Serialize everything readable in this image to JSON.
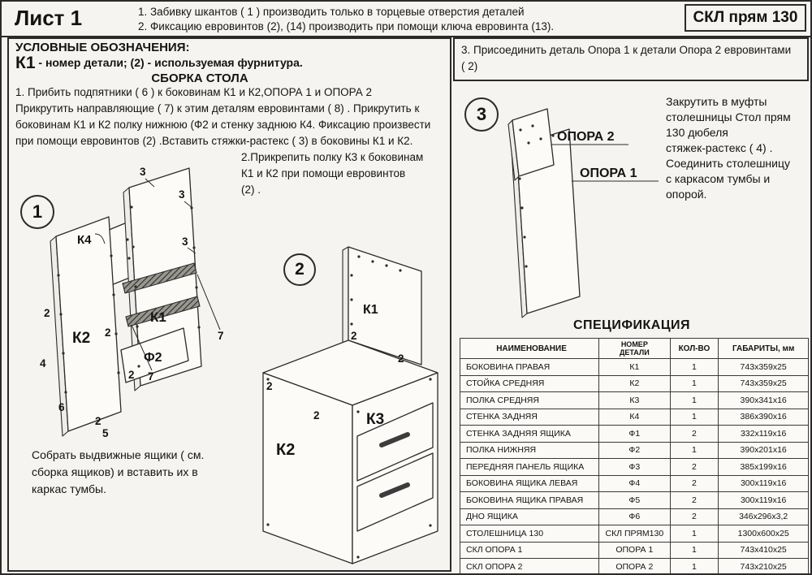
{
  "header": {
    "sheet_title": "Лист 1",
    "note1": "1. Забивку шкантов ( 1 )   производить только в торцевые отверстия деталей",
    "note2": "2. Фиксацию евровинтов (2), (14) производить при помощи ключа евровинта (13).",
    "product_code": "СКЛ прям 130"
  },
  "legend": {
    "title": "УСЛОВНЫЕ ОБОЗНАЧЕНИЯ:",
    "symbol": "К1",
    "symbol_desc": " - номер детали;  (2) - используемая фурнитура.",
    "assembly_title": "СБОРКА СТОЛА"
  },
  "steps": {
    "step1_lines": [
      "1. Прибить подпятники  ( 6 )   к боковинам К1 и К2,ОПОРА 1 и ОПОРА 2",
      "Прикрутить направляющие  ( 7)   к этим деталям евровинтами  ( 8)  . Прикрутить к",
      "боковинам  К1 и К2 полку нижнюю  (Ф2 и стенку заднюю К4. Фиксацию произвести",
      "при помощи евровинтов  (2)  .Вставить стяжки-растекс  ( 3)   в боковины К1 и К2."
    ],
    "step2_lines": [
      "2.Прикрепить полку К3 к боковинам",
      "К1 и К2 при помощи евровинтов",
      "(2) ."
    ],
    "step3_lines": [
      "3. Присоединить деталь Опора 1  к детали  Опора 2 евровинтами",
      "( 2)"
    ],
    "drawer_note_lines": [
      "Собрать выдвижные ящики  ( см.",
      "сборка ящиков)   и вставить их в",
      "каркас тумбы."
    ],
    "top_note_lines": [
      "Закрутить в муфты",
      "столешницы Стол прям",
      "130 дюбеля",
      "стяжек-растекс ( 4) .",
      "Соединить столешницу",
      "с каркасом тумбы и",
      "опорой."
    ]
  },
  "d1": {
    "number": "1",
    "k4": "К4",
    "k1": "К1",
    "k2": "К2",
    "f2": "Ф2",
    "callouts": [
      "3",
      "3",
      "3",
      "2",
      "2",
      "4",
      "2",
      "7",
      "7",
      "6",
      "2",
      "5"
    ]
  },
  "d2": {
    "number": "2",
    "k1": "К1",
    "k3": "К3",
    "k2": "К2",
    "callouts": [
      "2",
      "2",
      "2",
      "2"
    ]
  },
  "d3": {
    "number": "3",
    "opora2": "ОПОРА 2",
    "opora1": "ОПОРА 1"
  },
  "spec": {
    "title": "СПЕЦИФИКАЦИЯ",
    "headers": {
      "name": "НАИМЕНОВАНИЕ",
      "part1": "НОМЕР",
      "part2": "ДЕТАЛИ",
      "qty": "КОЛ-ВО",
      "dims": "ГАБАРИТЫ, мм"
    },
    "rows": [
      {
        "name": "БОКОВИНА ПРАВАЯ",
        "part": "К1",
        "qty": "1",
        "dims": "743х359х25"
      },
      {
        "name": "СТОЙКА СРЕДНЯЯ",
        "part": "К2",
        "qty": "1",
        "dims": "743х359х25"
      },
      {
        "name": "ПОЛКА  СРЕДНЯЯ",
        "part": "К3",
        "qty": "1",
        "dims": "390х341х16"
      },
      {
        "name": "СТЕНКА ЗАДНЯЯ",
        "part": "К4",
        "qty": "1",
        "dims": "386х390х16"
      },
      {
        "name": "СТЕНКА ЗАДНЯЯ ЯЩИКА",
        "part": "Ф1",
        "qty": "2",
        "dims": "332х119х16"
      },
      {
        "name": "ПОЛКА НИЖНЯЯ",
        "part": "Ф2",
        "qty": "1",
        "dims": "390х201х16"
      },
      {
        "name": "ПЕРЕДНЯЯ ПАНЕЛЬ ЯЩИКА",
        "part": "Ф3",
        "qty": "2",
        "dims": "385х199х16"
      },
      {
        "name": "БОКОВИНА ЯЩИКА ЛЕВАЯ",
        "part": "Ф4",
        "qty": "2",
        "dims": "300х119х16"
      },
      {
        "name": "БОКОВИНА ЯЩИКА ПРАВАЯ",
        "part": "Ф5",
        "qty": "2",
        "dims": "300х119х16"
      },
      {
        "name": "ДНО ЯЩИКА",
        "part": "Ф6",
        "qty": "2",
        "dims": "346х296х3,2"
      },
      {
        "name": "СТОЛЕШНИЦА 130",
        "part": "СКЛ ПРЯМ130",
        "qty": "1",
        "dims": "1300х600х25"
      },
      {
        "name": "СКЛ ОПОРА 1",
        "part": "ОПОРА 1",
        "qty": "1",
        "dims": "743х410х25"
      },
      {
        "name": "СКЛ ОПОРА 2",
        "part": "ОПОРА 2",
        "qty": "1",
        "dims": "743х210х25"
      }
    ]
  }
}
